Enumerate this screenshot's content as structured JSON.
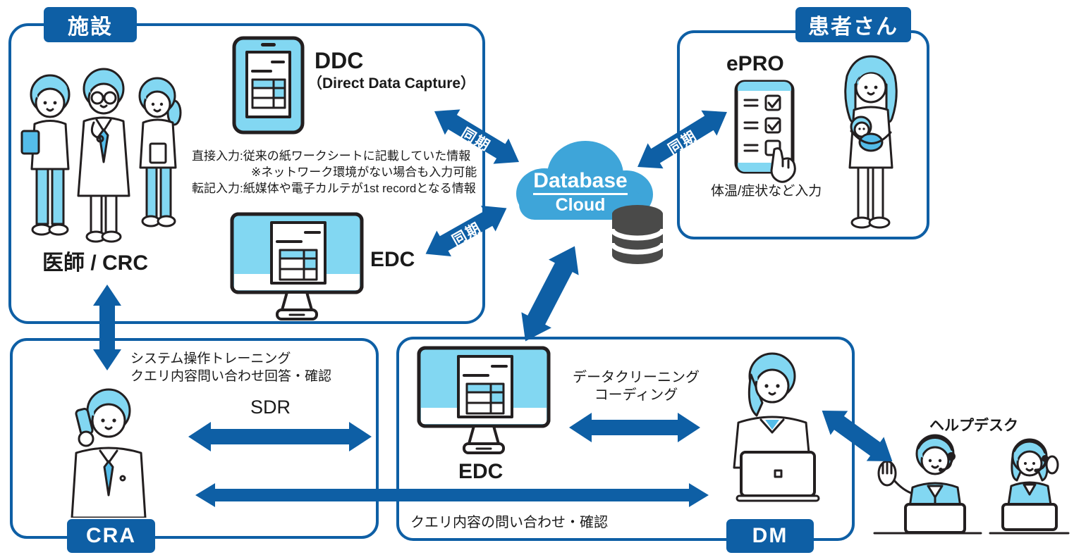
{
  "colors": {
    "primary": "#0E5FA5",
    "light_blue": "#82D7F2",
    "mid_blue": "#54BCE9",
    "cloud_blue": "#3EA5D9",
    "db_gray": "#4A4A49",
    "outline": "#231F20"
  },
  "facility": {
    "label": "施設",
    "staff_label": "医師 / CRC",
    "ddc": {
      "title": "DDC",
      "subtitle": "（Direct Data Capture）"
    },
    "notes": [
      "直接入力:従来の紙ワークシートに記載していた情報",
      "※ネットワーク環境がない場合も入力可能",
      "転記入力:紙媒体や電子カルテが1st recordとなる情報"
    ],
    "edc_label": "EDC"
  },
  "patient": {
    "label": "患者さん",
    "epro_title": "ePRO",
    "input_note": "体温/症状など入力"
  },
  "cloud": {
    "title": "Database",
    "subtitle": "Cloud"
  },
  "sync": {
    "label": "同期"
  },
  "cra": {
    "label": "CRA",
    "notes": [
      "システム操作トレーニング",
      "クエリ内容問い合わせ回答・確認"
    ],
    "sdr_label": "SDR"
  },
  "dm": {
    "label": "DM",
    "edc_label": "EDC",
    "tasks": [
      "データクリーニング",
      "コーディング"
    ],
    "query_note": "クエリ内容の問い合わせ・確認"
  },
  "helpdesk": {
    "label": "ヘルプデスク"
  },
  "icons": {
    "ddc_device": "tablet-form-icon",
    "edc_device": "desktop-monitor-form-icon",
    "epro_device": "smartphone-checklist-icon",
    "cloud": "cloud-icon",
    "database": "database-cylinder-icon",
    "sync_arrows": "double-headed-arrow"
  }
}
